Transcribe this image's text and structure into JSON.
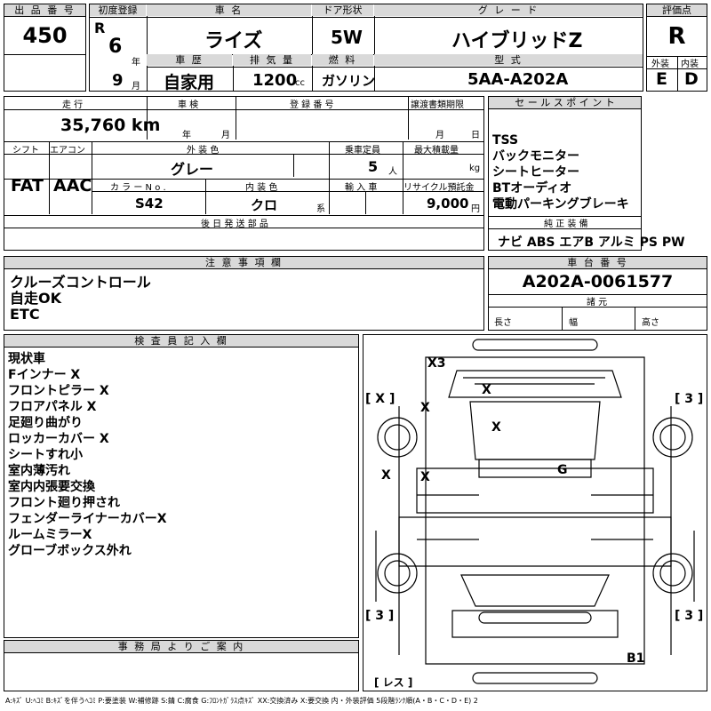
{
  "header": {
    "lot_no_label": "出 品 番 号",
    "lot_no": "450",
    "first_reg_label": "初度登録",
    "era": "R",
    "year": "6",
    "year_unit": "年",
    "month": "9",
    "month_unit": "月",
    "car_name_label": "車 名",
    "car_name": "ライズ",
    "doors_label": "ドア形状",
    "doors": "5W",
    "grade_label": "グ レ ー ド",
    "grade": "ハイブリッドZ",
    "score_label": "評価点",
    "score": "R",
    "history_label": "車 歴",
    "history": "自家用",
    "displacement_label": "排 気 量",
    "displacement": "1200",
    "displacement_unit": "cc",
    "fuel_label": "燃 料",
    "fuel": "ガソリン",
    "model_label": "型 式",
    "model": "5AA-A202A",
    "ext_label": "外装",
    "ext": "E",
    "int_label": "内装",
    "int": "D"
  },
  "row2": {
    "mileage_label": "走 行",
    "mileage": "35,760 km",
    "inspection_label": "車 検",
    "inspection_year": "年",
    "inspection_month": "月",
    "regno_label": "登 録 番 号",
    "transfer_label": "譲渡書類期限",
    "transfer_month": "月",
    "transfer_day": "日",
    "shift_label": "シフト",
    "shift": "FAT",
    "ac_label": "エアコン",
    "ac": "AAC",
    "color_label": "外 装 色",
    "color": "グレー",
    "capacity_label": "乗車定員",
    "capacity": "5",
    "capacity_unit": "人",
    "load_label": "最大積載量",
    "load_unit": "kg",
    "color_no_label": "カ ラ ー N o .",
    "color_no": "S42",
    "interior_label": "内 装 色",
    "interior": "クロ",
    "interior_unit": "系",
    "import_label": "輸 入 車",
    "recycle_label": "リサイクル預託金",
    "recycle": "9,000",
    "recycle_unit": "円",
    "later_parts_label": "後 日 発 送 部 品"
  },
  "sales": {
    "label": "セ ー ル ス ポ イ ン ト",
    "points": [
      "TSS",
      "バックモニター",
      "シートヒーター",
      "BTオーディオ",
      "電動パーキングブレーキ"
    ],
    "equip_label": "純 正 装 備",
    "equipment": "ナビ ABS エアB アルミ PS PW"
  },
  "notes": {
    "label": "注 意 事 項 欄",
    "lines": [
      "クルーズコントロール",
      "自走OK",
      "ETC"
    ]
  },
  "chassis": {
    "label": "車 台 番 号",
    "number": "A202A-0061577",
    "spec_label": "諸 元",
    "length": "長さ",
    "width": "幅",
    "height": "高さ"
  },
  "inspector": {
    "label": "検 査 員 記 入 欄",
    "lines": [
      "現状車",
      "Fインナー X",
      "フロントピラー X",
      "フロアパネル X",
      "足廻り曲がり",
      "ロッカーカバー X",
      "シートすれ小",
      "室内薄汚れ",
      "室内内張要交換",
      "フロント廻り押され",
      "フェンダーライナーカバーX",
      "ルームミラーX",
      "グローブボックス外れ"
    ]
  },
  "office": {
    "label": "事 務 局 よ り ご 案 内"
  },
  "diagram": {
    "marks": {
      "x3": "X3",
      "bx_left_top": "[ X ]",
      "bracket_right_top": "[ 3 ]",
      "x_a": "X",
      "x_b": "X",
      "x_c": "X",
      "x_d": "X",
      "x_e": "X",
      "g": "G",
      "bracket_left_bottom": "[ 3 ]",
      "bracket_right_bottom": "[ 3 ]",
      "b1": "B1",
      "less": "[ レス ]"
    }
  },
  "legend": "A:ｷｽﾞ U:ﾍｺﾐ B:ｷｽﾞを伴うﾍｺﾐ P:要塗装 W:補修跡 S:錆 C:腐食 G:ﾌﾛﾝﾄｶﾞﾗｽ点ｷｽﾞ XX:交換済み X:要交換 内・外装評価 5段階ﾗﾝｸ順(A・B・C・D・E) 2"
}
